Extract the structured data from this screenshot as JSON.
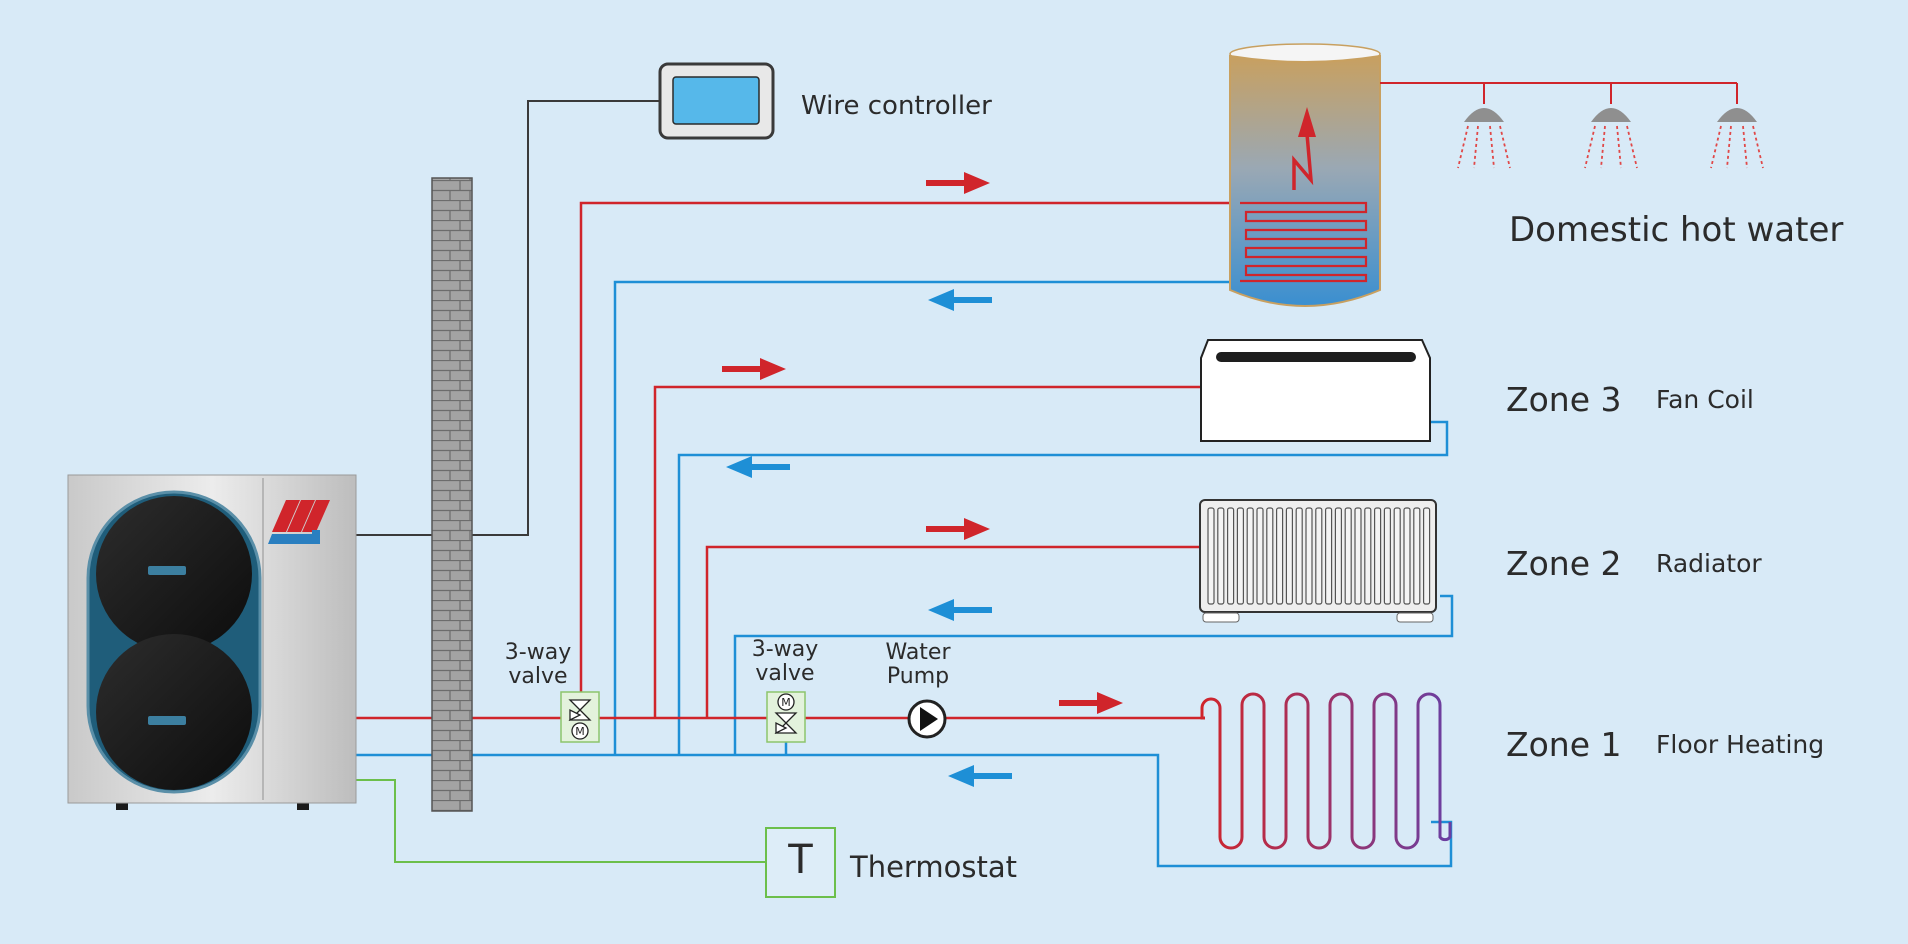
{
  "labels": {
    "wire_controller": "Wire controller",
    "domestic_hot_water": "Domestic hot water",
    "zone3": "Zone 3",
    "fan_coil": "Fan Coil",
    "zone2": "Zone 2",
    "radiator": "Radiator",
    "zone1": "Zone 1",
    "floor_heating": "Floor Heating",
    "valve1_line1": "3-way",
    "valve1_line2": "valve",
    "valve2_line1": "3-way",
    "valve2_line2": "valve",
    "pump_line1": "Water",
    "pump_line2": "Pump",
    "thermostat": "Thermostat",
    "thermostat_symbol": "T",
    "valve_motor_symbol": "M"
  },
  "colors": {
    "background": "#d8eaf7",
    "hot_pipe": "#d0252b",
    "cold_pipe": "#1e8fd6",
    "control_wire": "#3a3a3a",
    "thermostat_wire": "#6cbf4b",
    "screen": "#56b8ea"
  }
}
